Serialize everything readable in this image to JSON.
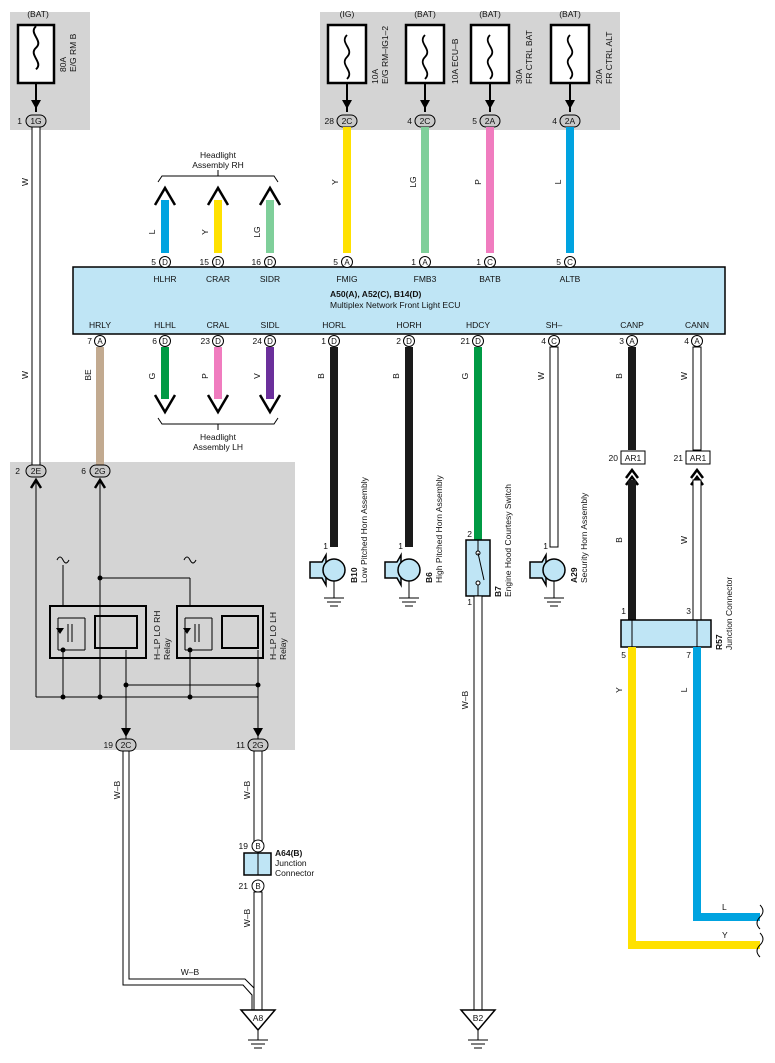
{
  "fuses": [
    {
      "id": "fuse-80a",
      "source": "(BAT)",
      "line1": "80A",
      "line2": "E/G RM B",
      "pin": "1",
      "conn": "1G",
      "wire": "W"
    },
    {
      "id": "fuse-10a-ig",
      "source": "(IG)",
      "line1": "10A",
      "line2": "E/G RM–IG1–2",
      "pin": "28",
      "conn": "2C",
      "wire": "Y"
    },
    {
      "id": "fuse-10a-ecu",
      "source": "(BAT)",
      "line1": "10A ECU–B",
      "line2": "",
      "pin": "4",
      "conn": "2C",
      "wire": "LG"
    },
    {
      "id": "fuse-30a",
      "source": "(BAT)",
      "line1": "30A",
      "line2": "FR CTRL BAT",
      "pin": "5",
      "conn": "2A",
      "wire": "P"
    },
    {
      "id": "fuse-20a",
      "source": "(BAT)",
      "line1": "20A",
      "line2": "FR CTRL ALT",
      "pin": "4",
      "conn": "2A",
      "wire": "L"
    }
  ],
  "ecu": {
    "title": "A50(A), A52(C), B14(D)",
    "subtitle": "Multiplex Network Front Light ECU",
    "top_pins": [
      {
        "pin": "5",
        "conn": "D",
        "name": "HLHR",
        "wire": "L"
      },
      {
        "pin": "15",
        "conn": "D",
        "name": "CRAR",
        "wire": "Y"
      },
      {
        "pin": "16",
        "conn": "D",
        "name": "SIDR",
        "wire": "LG"
      },
      {
        "pin": "5",
        "conn": "A",
        "name": "FMIG",
        "wire": "Y"
      },
      {
        "pin": "1",
        "conn": "A",
        "name": "FMB3",
        "wire": "LG"
      },
      {
        "pin": "1",
        "conn": "C",
        "name": "BATB",
        "wire": "P"
      },
      {
        "pin": "5",
        "conn": "C",
        "name": "ALTB",
        "wire": "L"
      }
    ],
    "bottom_pins": [
      {
        "pin": "7",
        "conn": "A",
        "name": "HRLY",
        "wire": "BE"
      },
      {
        "pin": "6",
        "conn": "D",
        "name": "HLHL",
        "wire": "G"
      },
      {
        "pin": "23",
        "conn": "D",
        "name": "CRAL",
        "wire": "P"
      },
      {
        "pin": "24",
        "conn": "D",
        "name": "SIDL",
        "wire": "V"
      },
      {
        "pin": "1",
        "conn": "D",
        "name": "HORL",
        "wire": "B"
      },
      {
        "pin": "2",
        "conn": "D",
        "name": "HORH",
        "wire": "B"
      },
      {
        "pin": "21",
        "conn": "D",
        "name": "HDCY",
        "wire": "G"
      },
      {
        "pin": "4",
        "conn": "C",
        "name": "SH–",
        "wire": "W"
      },
      {
        "pin": "3",
        "conn": "A",
        "name": "CANP",
        "wire": "B"
      },
      {
        "pin": "4",
        "conn": "A",
        "name": "CANN",
        "wire": "W"
      }
    ]
  },
  "headlight_rh": {
    "line1": "Headlight",
    "line2": "Assembly RH"
  },
  "headlight_lh": {
    "line1": "Headlight",
    "line2": "Assembly LH"
  },
  "relay_block": {
    "pins_in": [
      {
        "pin": "2",
        "conn": "2E"
      },
      {
        "pin": "6",
        "conn": "2G"
      }
    ],
    "pins_out": [
      {
        "pin": "19",
        "conn": "2C"
      },
      {
        "pin": "11",
        "conn": "2G"
      }
    ],
    "relay_rh": {
      "line1": "H–LP LO RH",
      "line2": "Relay"
    },
    "relay_lh": {
      "line1": "H–LP LO LH",
      "line2": "Relay"
    }
  },
  "horns": [
    {
      "id": "B10",
      "name": "Low Pitched Horn Assembly",
      "pin": "1"
    },
    {
      "id": "B6",
      "name": "High Pitched Horn Assembly",
      "pin": "1"
    },
    {
      "id": "A29",
      "name": "Security Horn Assembly",
      "pin": "1"
    }
  ],
  "switch": {
    "id": "B7",
    "name": "Engine Hood Courtesy Switch",
    "pin_top": "2",
    "pin_bottom": "1",
    "wire_out": "W–B"
  },
  "ar1": [
    {
      "pin": "20",
      "conn": "AR1",
      "wire": "B"
    },
    {
      "pin": "21",
      "conn": "AR1",
      "wire": "W"
    }
  ],
  "r57": {
    "id": "R57",
    "name": "Junction Connector",
    "pins_top": [
      "1",
      "3"
    ],
    "pins_bottom": [
      "5",
      "7"
    ],
    "wires": [
      "Y",
      "L"
    ],
    "wire_labels_end": [
      "L",
      "Y"
    ]
  },
  "a64": {
    "id": "A64(B)",
    "line1": "Junction",
    "line2": "Connector",
    "pin_top": "19",
    "pin_bottom": "21",
    "conn": "B",
    "wire_in": "W–B",
    "wire_out": "W–B"
  },
  "grounds": {
    "a8": "A8",
    "b2": "B2",
    "left_wire": "W–B",
    "joint_wire": "W–B"
  },
  "colors": {
    "Y": "#ffe100",
    "LG": "#7fcf9a",
    "P": "#f07cbf",
    "L": "#00a3e0",
    "G": "#009a44",
    "V": "#6b2f9b",
    "BE": "#c2aa90",
    "B": "#1a1a1a",
    "ecu_fill": "#bfe5f5",
    "gray": "#d4d4d4"
  }
}
